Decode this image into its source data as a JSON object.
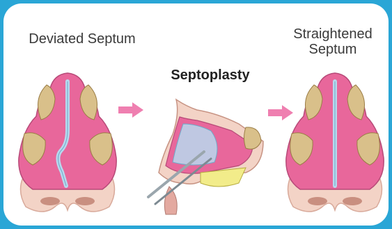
{
  "labels": {
    "left": "Deviated Septum",
    "right_line1": "Straightened",
    "right_line2": "Septum",
    "center": "Septoplasty"
  },
  "colors": {
    "frame": "#2aa6d6",
    "mucosa": "#e8679b",
    "bone": "#d9c08a",
    "arrow": "#ef7fb0",
    "septum": "#b7d9ee",
    "skin": "#f3d3c6"
  }
}
